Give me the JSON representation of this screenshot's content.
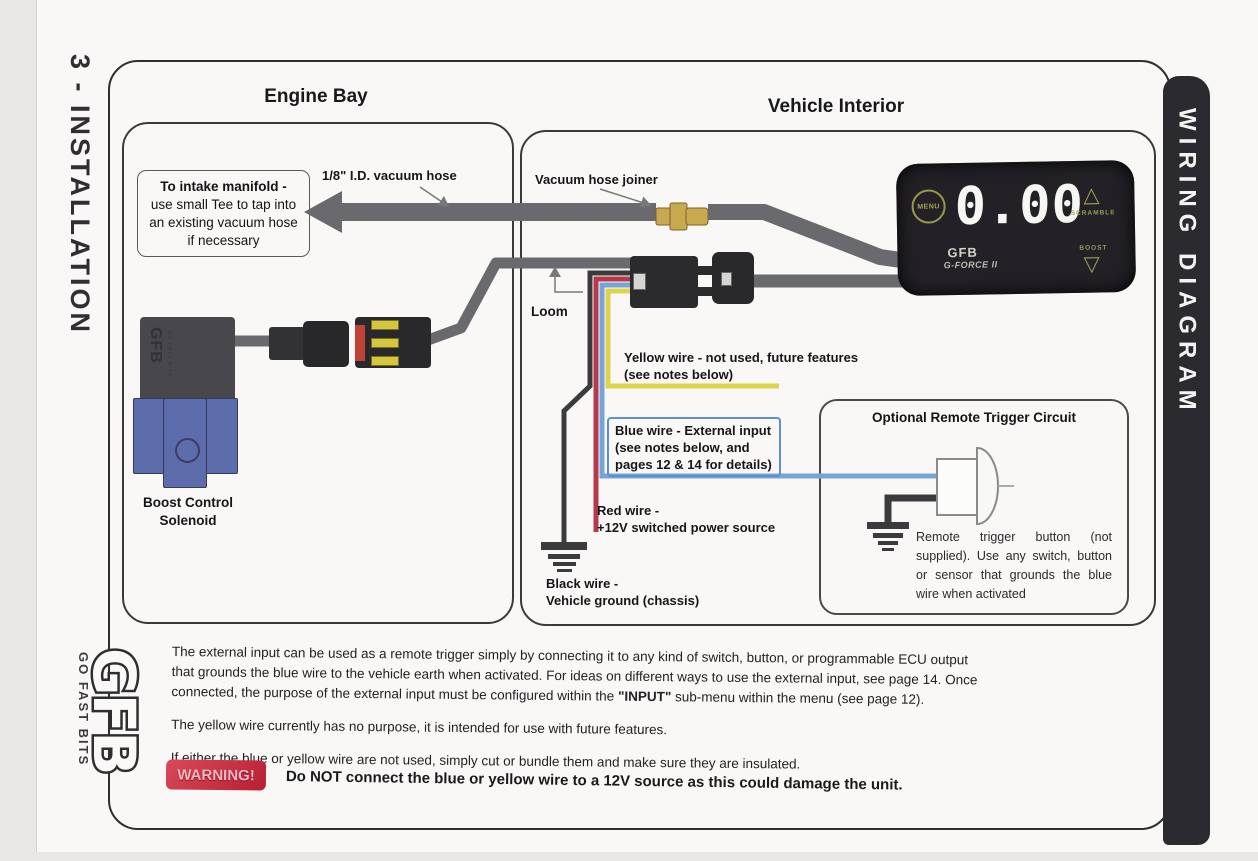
{
  "side": {
    "installation": "3 - INSTALLATION",
    "wiring": "WIRING DIAGRAM"
  },
  "brand": {
    "logo": "GFB",
    "tagline": "GO FAST BITS"
  },
  "engine_bay": {
    "title": "Engine Bay"
  },
  "vehicle_interior": {
    "title": "Vehicle Interior"
  },
  "intake": {
    "line1": "To intake manifold -",
    "line2": "use small Tee to tap into",
    "line3": "an existing vacuum hose",
    "line4": "if necessary"
  },
  "labels": {
    "vacuum_hose": "1/8\" I.D. vacuum hose",
    "hose_joiner": "Vacuum hose joiner",
    "loom": "Loom",
    "yellow_l1": "Yellow wire - not used, future features",
    "yellow_l2": "(see notes below)",
    "blue_l1": "Blue wire - External input",
    "blue_l2": "(see notes below, and",
    "blue_l3": "pages 12 & 14 for details)",
    "red_l1": "Red wire -",
    "red_l2": "+12V switched power source",
    "black_l1": "Black wire -",
    "black_l2": "Vehicle ground (chassis)",
    "solenoid_l1": "Boost Control",
    "solenoid_l2": "Solenoid"
  },
  "display": {
    "menu": "MENU",
    "value": "0.00",
    "up_icon": "△",
    "down_icon": "▽",
    "scramble": "SCRAMBLE",
    "boost": "BOOST",
    "brand": "GFB",
    "model": "G-FORCE II"
  },
  "remote": {
    "title": "Optional Remote Trigger Circuit",
    "caption": "Remote trigger button (not supplied). Use any switch, button or sensor that grounds the blue wire when activated"
  },
  "notes": {
    "p1_l1": "The external input can be used as a remote trigger simply by connecting it to any kind of switch, button, or programmable ECU output",
    "p1_l2": "that grounds the blue wire to the vehicle earth when activated. For ideas on different ways to use the external input, see page 14. Once",
    "p1_l3_pre": "connected, the purpose of the external input must be configured within the ",
    "p1_l3_bold": "\"INPUT\"",
    "p1_l3_post": " sub-menu within the menu (see page 12).",
    "p2": "The yellow wire currently has no purpose, it is intended for use with future features.",
    "p3": "If either the blue or yellow wire are not used, simply cut or bundle them and make sure they are insulated."
  },
  "warning": {
    "badge": "WARNING!",
    "text": "Do NOT connect the blue or yellow wire to a 12V source as this could damage the unit."
  },
  "colors": {
    "hose_gray": "#6a696e",
    "wire_yellow": "#ddd34f",
    "wire_blue": "#76a3d8",
    "wire_red": "#b5394a",
    "wire_black": "#3b3b3d",
    "joiner_brass": "#c9a94f",
    "solenoid_blue": "#5d6cab",
    "warning_red": "#c5283a",
    "display_accent": "#9c9c55"
  }
}
